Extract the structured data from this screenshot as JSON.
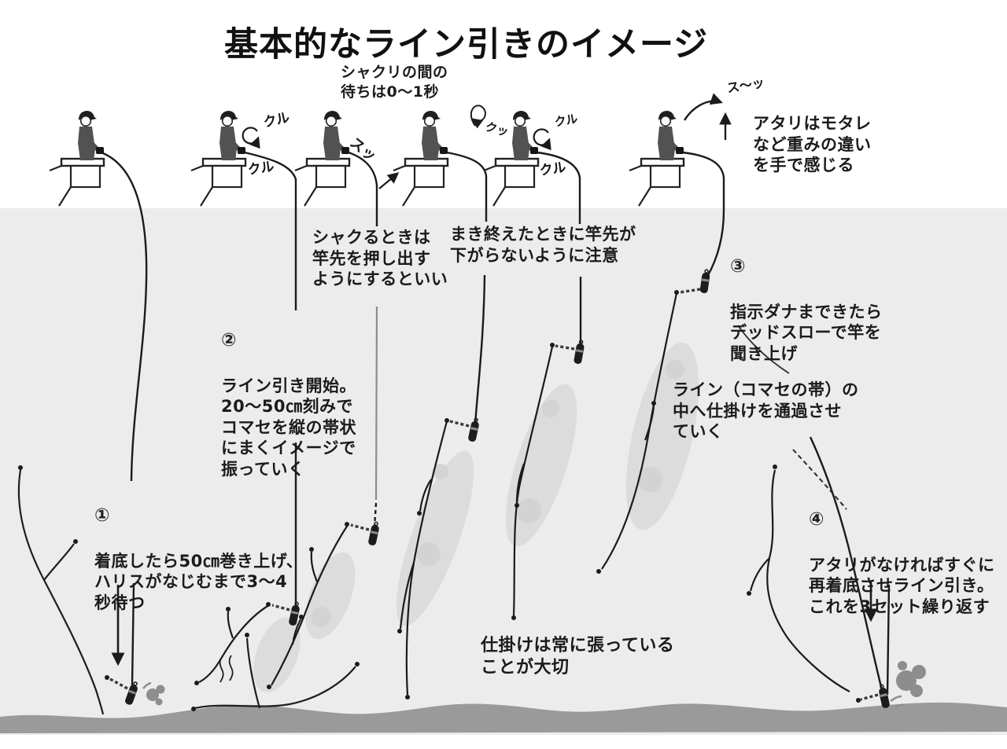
{
  "title": "基本的なライン引きのイメージ",
  "notes": {
    "shakuri_wait": "シャクリの間の\n待ちは0〜1秒",
    "push_rod": "シャクるときは\n竿先を押し出す\nようにするといい",
    "rod_tip": "まき終えたときに竿先が\n下がらないように注意",
    "atari": "アタリはモタレ\nなど重みの違い\nを手で感じる",
    "band": "ライン（コマセの帯）の\n中へ仕掛けを通過させ\nていく",
    "tension": "仕掛けは常に張っている\nことが大切"
  },
  "steps": {
    "s1": {
      "num": "①",
      "text": "着底したら50㎝巻き上げ、\nハリスがなじむまで3〜4\n秒待つ"
    },
    "s2": {
      "num": "②",
      "text": "ライン引き開始。\n20〜50㎝刻みで\nコマセを縦の帯状\nにまくイメージで\n振っていく"
    },
    "s3": {
      "num": "③",
      "text": "指示ダナまできたら\nデッドスローで竿を\n聞き上げ"
    },
    "s4": {
      "num": "④",
      "text": "アタリがなければすぐに\n再着底させライン引き。\nこれを3セット繰り返す"
    }
  },
  "motion": {
    "f2_top": "クル",
    "f2_bottom": "クル",
    "f3": "スッ",
    "f4": "クッ",
    "f5_top": "クル",
    "f5_bottom": "クル",
    "f6": "ス〜ッ"
  },
  "colors": {
    "sea": "#ececec",
    "seafloor": "#9a9a9a",
    "chum_band": "#dcdcdc",
    "chum_spot": "#d3d3d3",
    "ink": "#1b1b1b",
    "figure": "#525252",
    "puff": "#8d8d8d"
  }
}
